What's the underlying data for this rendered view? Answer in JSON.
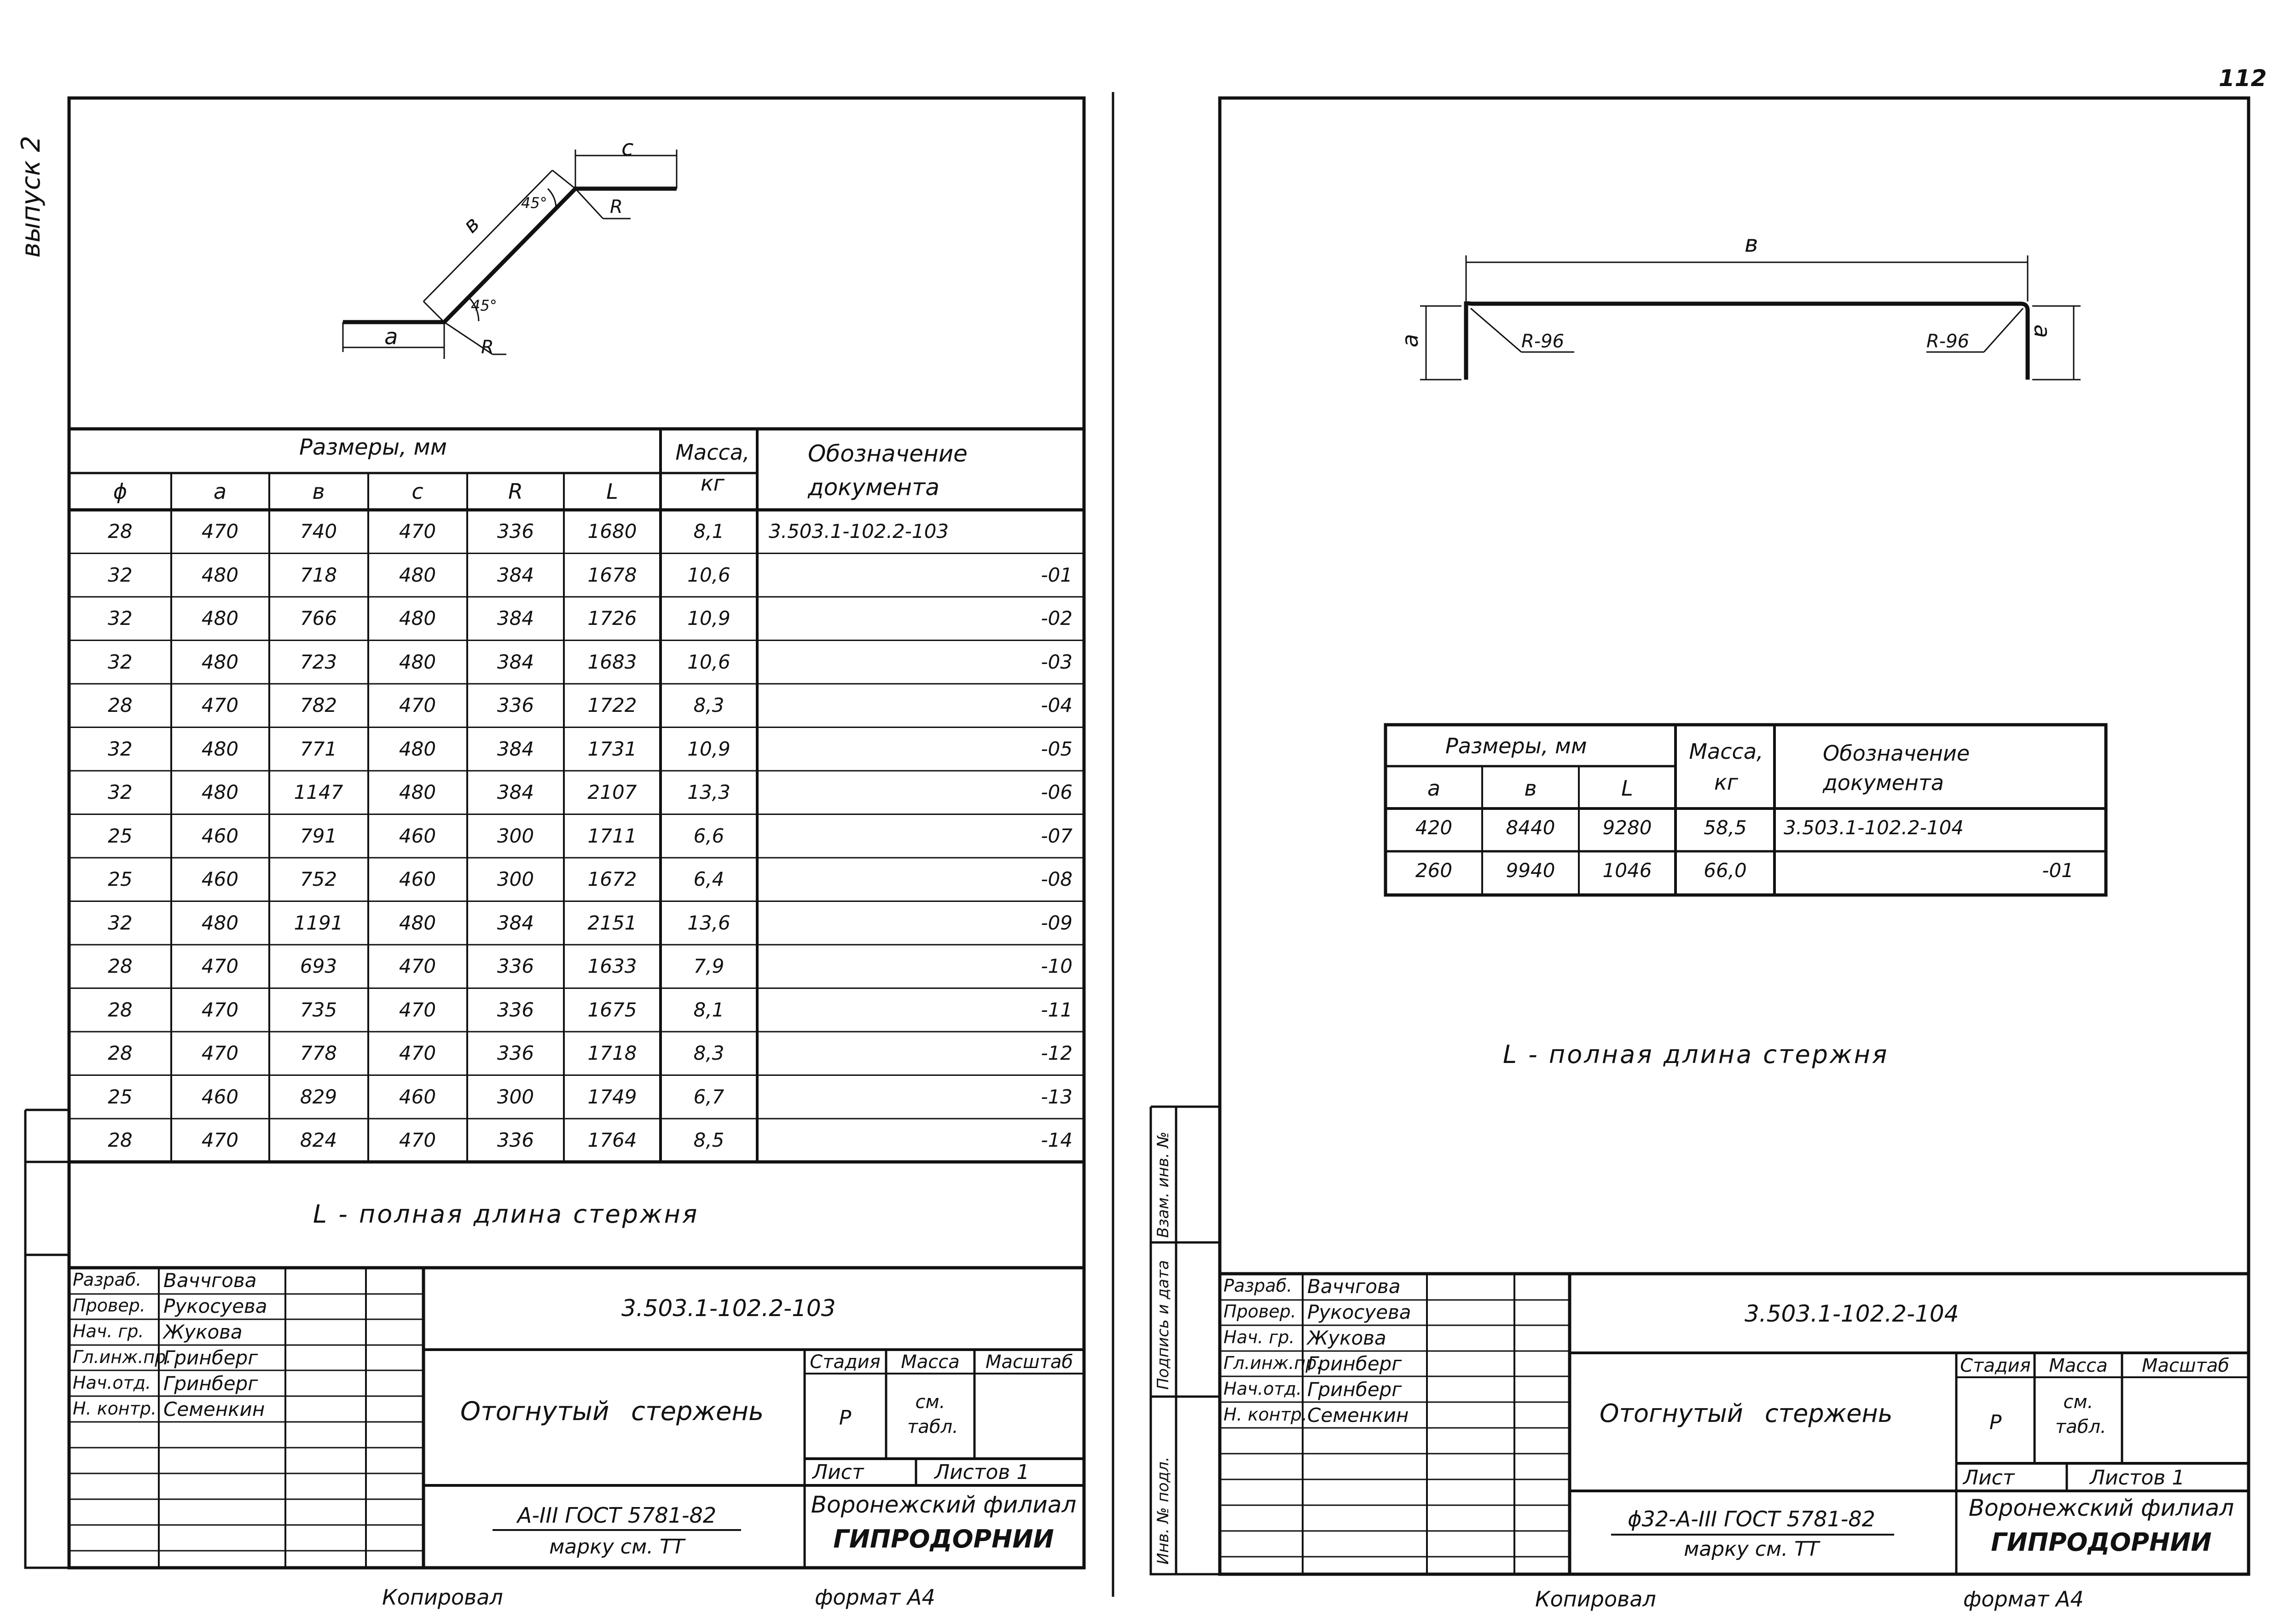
{
  "page_number": "112",
  "margin_note": "выпуск 2",
  "left": {
    "table_header": {
      "dimensions": "Размеры, мм",
      "mass": "Масса, кг",
      "designation": "Обозначение документа",
      "cols": [
        "ϕ",
        "а",
        "в",
        "с",
        "R",
        "L"
      ]
    },
    "drawing_labels": {
      "a": "а",
      "b": "в",
      "c": "с",
      "r1": "R",
      "r2": "R",
      "angle1": "45°",
      "angle2": "45°"
    },
    "rows": [
      [
        "28",
        "470",
        "740",
        "470",
        "336",
        "1680",
        "8,1",
        "3.503.1-102.2-103"
      ],
      [
        "32",
        "480",
        "718",
        "480",
        "384",
        "1678",
        "10,6",
        "-01"
      ],
      [
        "32",
        "480",
        "766",
        "480",
        "384",
        "1726",
        "10,9",
        "-02"
      ],
      [
        "32",
        "480",
        "723",
        "480",
        "384",
        "1683",
        "10,6",
        "-03"
      ],
      [
        "28",
        "470",
        "782",
        "470",
        "336",
        "1722",
        "8,3",
        "-04"
      ],
      [
        "32",
        "480",
        "771",
        "480",
        "384",
        "1731",
        "10,9",
        "-05"
      ],
      [
        "32",
        "480",
        "1147",
        "480",
        "384",
        "2107",
        "13,3",
        "-06"
      ],
      [
        "25",
        "460",
        "791",
        "460",
        "300",
        "1711",
        "6,6",
        "-07"
      ],
      [
        "25",
        "460",
        "752",
        "460",
        "300",
        "1672",
        "6,4",
        "-08"
      ],
      [
        "32",
        "480",
        "1191",
        "480",
        "384",
        "2151",
        "13,6",
        "-09"
      ],
      [
        "28",
        "470",
        "693",
        "470",
        "336",
        "1633",
        "7,9",
        "-10"
      ],
      [
        "28",
        "470",
        "735",
        "470",
        "336",
        "1675",
        "8,1",
        "-11"
      ],
      [
        "28",
        "470",
        "778",
        "470",
        "336",
        "1718",
        "8,3",
        "-12"
      ],
      [
        "25",
        "460",
        "829",
        "460",
        "300",
        "1749",
        "6,7",
        "-13"
      ],
      [
        "28",
        "470",
        "824",
        "470",
        "336",
        "1764",
        "8,5",
        "-14"
      ]
    ],
    "note": "L - полная длина стержня",
    "title_block": {
      "doc_code": "3.503.1-102.2-103",
      "title": "Отогнутый стержень",
      "stage_label": "Стадия",
      "mass_label": "Масса",
      "scale_label": "Масштаб",
      "stage": "Р",
      "mass_value": "см. табл.",
      "sheet_label": "Лист",
      "sheets_label": "Листов 1",
      "material_line1": "А-III ГОСТ 5781-82",
      "material_line2": "марку см. ТТ",
      "org_line1": "Воронежский филиал",
      "org_line2": "ГИПРОДОРНИИ",
      "roles": [
        "Разраб.",
        "Провер.",
        "Нач. гр.",
        "Гл.инж.пр.",
        "Нач.отд.",
        "Н. контр."
      ],
      "names": [
        "Ваччгова",
        "Рукосуева",
        "Жукова",
        "Гринберг",
        "Гринберг",
        "Семенкин"
      ]
    },
    "footer_copied": "Копировал",
    "footer_format": "формат А4"
  },
  "right": {
    "drawing_labels": {
      "b": "в",
      "a1": "а",
      "a2": "а",
      "r1": "R-96",
      "r2": "R-96"
    },
    "table_header": {
      "dimensions": "Размеры, мм",
      "mass": "Масса, кг",
      "designation": "Обозначение документа",
      "cols": [
        "а",
        "в",
        "L"
      ]
    },
    "rows": [
      [
        "420",
        "8440",
        "9280",
        "58,5",
        "3.503.1-102.2-104"
      ],
      [
        "260",
        "9940",
        "1046",
        "66,0",
        "-01"
      ]
    ],
    "note": "L - полная длина стержня",
    "side_stamps": [
      "Взам. инв. №",
      "Подпись и дата",
      "Инв. № подл."
    ],
    "title_block": {
      "doc_code": "3.503.1-102.2-104",
      "title": "Отогнутый стержень",
      "stage_label": "Стадия",
      "mass_label": "Масса",
      "scale_label": "Масштаб",
      "stage": "Р",
      "mass_value": "см. табл.",
      "sheet_label": "Лист",
      "sheets_label": "Листов 1",
      "material_line1": "ϕ32-А-III ГОСТ 5781-82",
      "material_line2": "марку см. ТТ",
      "org_line1": "Воронежский филиал",
      "org_line2": "ГИПРОДОРНИИ",
      "roles": [
        "Разраб.",
        "Провер.",
        "Нач. гр.",
        "Гл.инж.пр.",
        "Нач.отд.",
        "Н. контр."
      ],
      "names": [
        "Ваччгова",
        "Рукосуева",
        "Жукова",
        "Гринберг",
        "Гринберг",
        "Семенкин"
      ]
    },
    "footer_copied": "Копировал",
    "footer_format": "формат А4"
  }
}
